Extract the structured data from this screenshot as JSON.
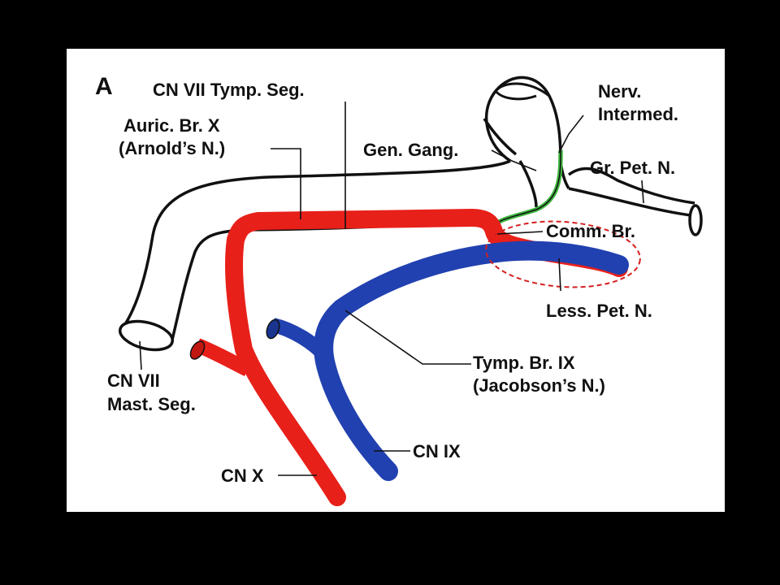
{
  "panel_letter": "A",
  "labels": {
    "cn7_tymp_seg": "CN VII Tymp. Seg.",
    "auric_br_x_1": "Auric. Br. X",
    "auric_br_x_2": "(Arnold’s N.)",
    "gen_gang": "Gen. Gang.",
    "nerv_intermed_1": "Nerv.",
    "nerv_intermed_2": "Intermed.",
    "gr_pet_n": "Gr. Pet. N.",
    "comm_br": "Comm. Br.",
    "less_pet_n": "Less. Pet. N.",
    "tymp_br_ix_1": "Tymp. Br. IX",
    "tymp_br_ix_2": "(Jacobson’s N.)",
    "cn7_mast_seg_1": "CN VII",
    "cn7_mast_seg_2": "Mast. Seg.",
    "cn_ix": "CN IX",
    "cn_x": "CN X"
  },
  "colors": {
    "background": "#000000",
    "panel": "#ffffff",
    "cn_x_red": "#e8201a",
    "cn_ix_blue": "#2141b0",
    "nerv_intermed_green": "#3fb83f",
    "highlight_ellipse": "#d42020",
    "outline": "#111111"
  }
}
